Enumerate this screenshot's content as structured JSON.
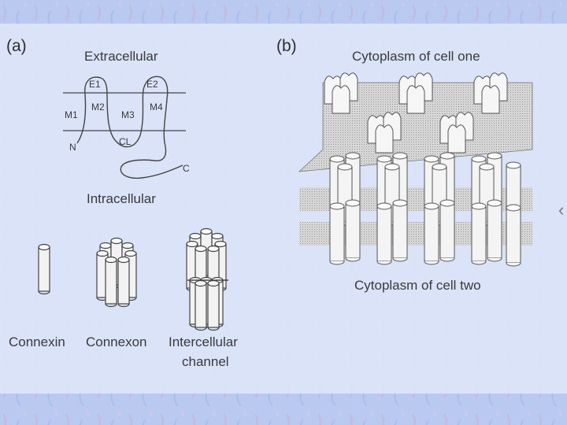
{
  "colors": {
    "background": "#b9c9ef",
    "panel": "#dde5f9",
    "ink": "#3a3a3a",
    "membrane_fill": "#cfcfcf"
  },
  "panel_a": {
    "label": "(a)",
    "extracellular": "Extracellular",
    "intracellular": "Intracellular",
    "segments": {
      "e1": "E1",
      "e2": "E2",
      "m1": "M1",
      "m2": "M2",
      "m3": "M3",
      "m4": "M4",
      "cl": "CL",
      "n_term": "N",
      "c_term": "C"
    },
    "captions": {
      "connexin": "Connexin",
      "connexon": "Connexon",
      "intercellular_line1": "Intercellular",
      "intercellular_line2": "channel"
    }
  },
  "panel_b": {
    "label": "(b)",
    "top": "Cytoplasm of cell one",
    "bottom": "Cytoplasm of cell two",
    "side_icon": "chevron-left-icon"
  }
}
